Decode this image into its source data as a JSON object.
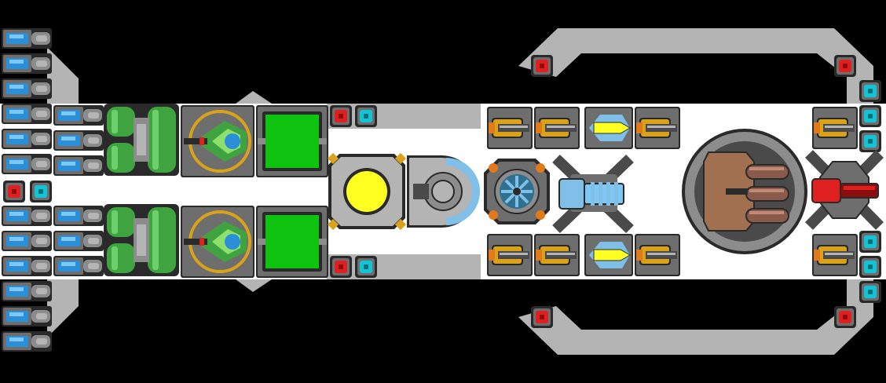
{
  "title": "",
  "palette": {
    "background": "#000000",
    "hull": "#ffffff",
    "frame": "#b4b4b4",
    "frame_dark": "#8c8c8c",
    "panel": "#6e6e6e",
    "panel_dark": "#4a4a4a",
    "outline": "#2a2a2a",
    "thruster_blue": "#2a8fd6",
    "thruster_light": "#7fc8f5",
    "green": "#3fa33f",
    "green_dark": "#246b2a",
    "bright_green": "#11c311",
    "yellow": "#ffff22",
    "gold": "#d9a21a",
    "red": "#e02020",
    "red_dark": "#8a0e0e",
    "cyan": "#12c4d4",
    "ice": "#7fbfe8",
    "copper": "#a07050",
    "orange": "#e07a1a"
  },
  "ship": {
    "thrusters": {
      "icon": "blue-thruster-icon",
      "left_column_count": 12,
      "inner_stack_count": 6
    },
    "gyro_blocks": {
      "icon": "green-gyro-icon",
      "count": 2
    },
    "drone_bays": {
      "icon": "green-drone-icon",
      "count": 2
    },
    "power_cells": {
      "icon": "green-battery-icon",
      "count": 2
    },
    "reactor": {
      "icon": "yellow-reactor-core-icon",
      "count": 1
    },
    "cockpit": {
      "icon": "cockpit-icon",
      "count": 1
    },
    "cannons": {
      "icon": "gold-cannon-icon",
      "count": 8
    },
    "beam_turrets": {
      "icon": "yellow-beam-turret-icon",
      "count": 2
    },
    "shield_core": {
      "icon": "shield-hub-icon",
      "count": 1
    },
    "ion_emitter": {
      "icon": "ice-emitter-icon",
      "count": 1
    },
    "heavy_artillery": {
      "icon": "triple-barrel-artillery-icon",
      "count": 1
    },
    "red_laser_turret": {
      "icon": "red-laser-turret-icon",
      "count": 1
    },
    "red_nodes": {
      "icon": "red-node-icon",
      "count": 7
    },
    "cyan_nodes": {
      "icon": "cyan-node-icon",
      "count": 9
    }
  }
}
